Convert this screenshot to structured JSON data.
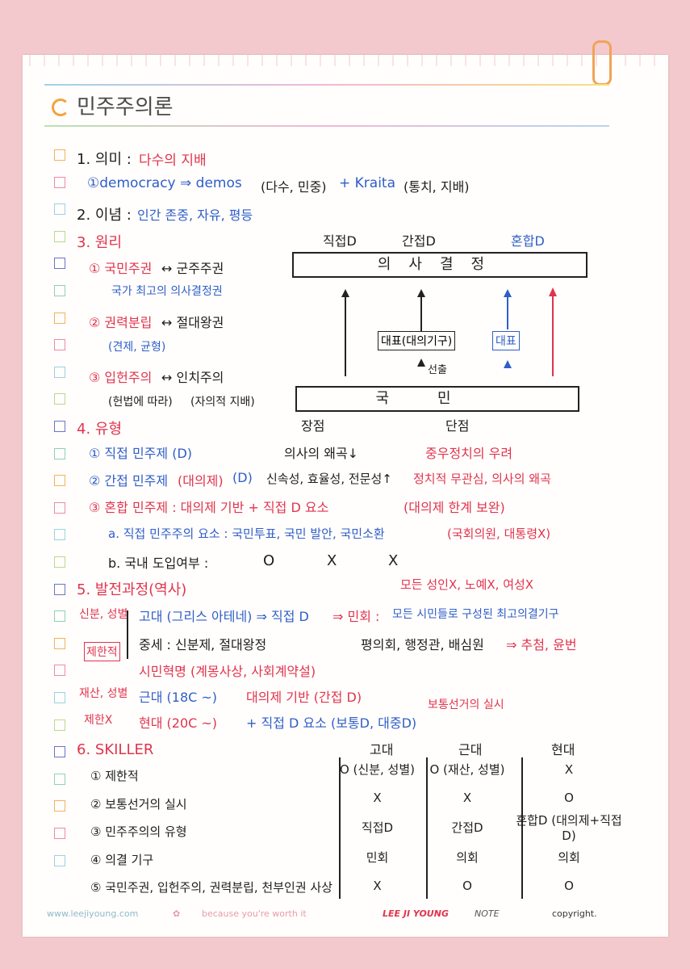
{
  "title": "민주주의론",
  "s1": {
    "head": "1. 의미 :",
    "meaning": "다수의 지배",
    "demo": "①democracy ⇒ demos",
    "demo_paren": "(다수, 민중)",
    "plus": "+ Kraita",
    "kraita_paren": "(통치, 지배)"
  },
  "s2": {
    "head": "2. 이념 :",
    "text": "인간 존중, 자유, 평등"
  },
  "s3": {
    "head": "3. 원리",
    "p1": "① 국민주권",
    "p1_vs": "↔ 군주주권",
    "p1_sub": "국가 최고의 의사결정권",
    "p2": "② 권력분립",
    "p2_vs": "↔ 절대왕권",
    "p2_sub": "(견제, 균형)",
    "p3": "③ 입헌주의",
    "p3_vs": "↔ 인치주의",
    "p3_sub1": "(헌법에 따라)",
    "p3_sub2": "(자의적 지배)",
    "diagram": {
      "col1": "직접D",
      "col2": "간접D",
      "col3": "혼합D",
      "top": "의사결정",
      "mid2": "대표(대의기구)",
      "mid3": "대표",
      "select": "선출",
      "bottom": "국민"
    }
  },
  "s4": {
    "head": "4. 유형",
    "pros": "장점",
    "cons": "단점",
    "r1": "① 직접 민주제 (D)",
    "r1_pro": "의사의 왜곡↓",
    "r1_con": "중우정치의 우려",
    "r2": "② 간접 민주제",
    "r2_b": "(대의제)",
    "r2_c": "(D)",
    "r2_pro": "신속성, 효율성, 전문성↑",
    "r2_con": "정치적 무관심, 의사의 왜곡",
    "r3": "③ 혼합 민주제 : 대의제 기반 + 직접 D 요소",
    "r3_b": "(대의제 한계 보완)",
    "a": "a. 직접 민주주의 요소 : 국민투표, 국민 발안, 국민소환",
    "a_b": "(국회의원, 대통령X)",
    "b": "b. 국내 도입여부 :",
    "b1": "O",
    "b2": "X",
    "b3": "X"
  },
  "s5": {
    "head": "5. 발전과정(역사)",
    "note_top": "모든 성인X, 노예X, 여성X",
    "l1": "신분, 성별",
    "l2": "제한적",
    "l3": "재산, 성별",
    "l4": "제한X",
    "anc": "고대 (그리스 아테네) ⇒ 직접 D",
    "anc_arrow": "⇒ 민회 :",
    "anc_def": "모든 시민들로 구성된 최고의결기구",
    "mid": "중세 : 신분제, 절대왕정",
    "mid_right": "평의회, 행정관, 배심원",
    "mid_arrow": "⇒ 추첨, 윤번",
    "rev": "시민혁명 (계몽사상, 사회계약설)",
    "mod": "근대 (18C ~)",
    "mod_b": "대의제 기반 (간접 D)",
    "cur": "현대 (20C ~)",
    "cur_b": "+ 직접 D 요소 (보통D, 대중D)",
    "universal": "보통선거의 실시"
  },
  "s6": {
    "head": "6. SKILLER",
    "cols": [
      "고대",
      "근대",
      "현대"
    ],
    "rows": [
      {
        "label": "① 제한적",
        "v": [
          "O (신분, 성별)",
          "O (재산, 성별)",
          "X"
        ]
      },
      {
        "label": "② 보통선거의 실시",
        "v": [
          "X",
          "X",
          "O"
        ]
      },
      {
        "label": "③ 민주주의의 유형",
        "v": [
          "직접D",
          "간접D",
          "혼합D (대의제+직접D)"
        ]
      },
      {
        "label": "④ 의결 기구",
        "v": [
          "민회",
          "의회",
          "의회"
        ]
      },
      {
        "label": "⑤ 국민주권, 입헌주의, 권력분립, 천부인권 사상",
        "v": [
          "X",
          "O",
          "O"
        ]
      }
    ]
  },
  "footer": {
    "site": "www.leejiyoung.com",
    "motto": "because you're worth it",
    "brand": "LEE JI YOUNG",
    "note": "NOTE",
    "copy": "copyright."
  }
}
